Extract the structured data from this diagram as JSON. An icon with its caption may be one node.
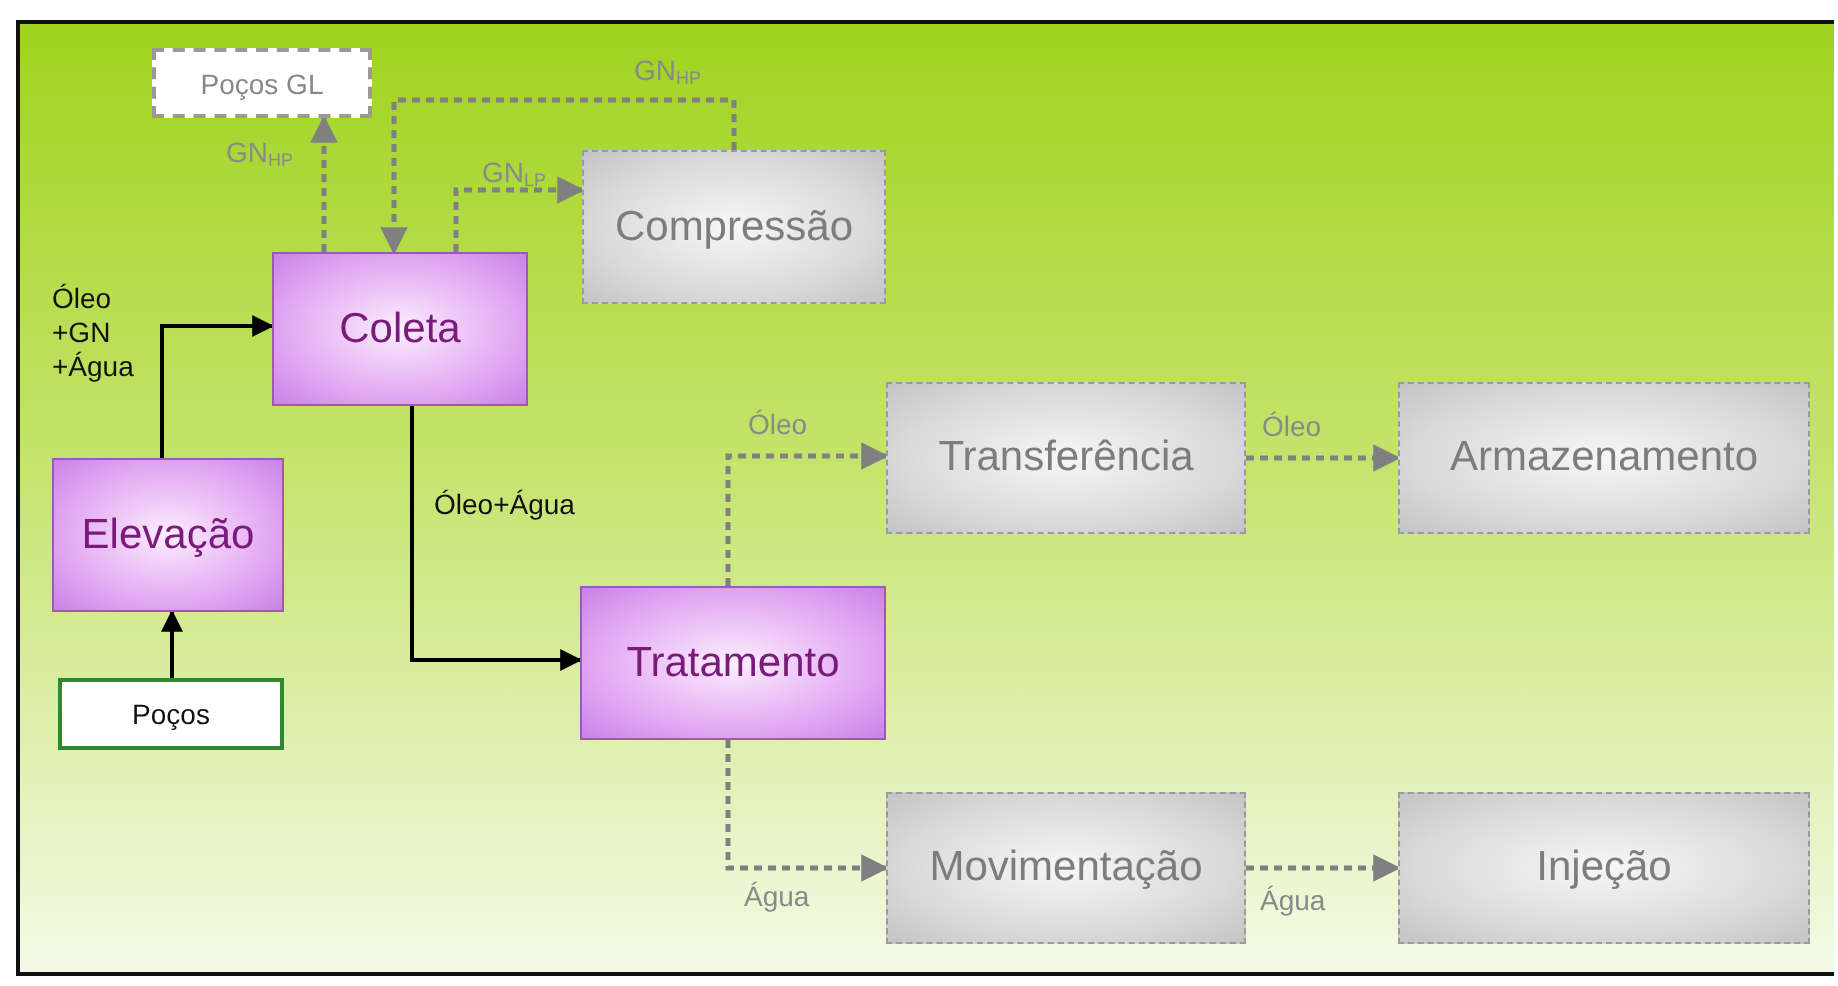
{
  "diagram": {
    "nodes": [
      {
        "text": [
          "Poços GL"
        ]
      },
      {
        "text": [
          "Compressão"
        ]
      },
      {
        "text": [
          "Coleta"
        ]
      },
      {
        "text": [
          "Elevação"
        ]
      },
      {
        "text": [
          "Transferência"
        ]
      },
      {
        "text": [
          "Armazenamento"
        ]
      },
      {
        "text": [
          "Poços"
        ]
      },
      {
        "text": [
          "Tratamento"
        ]
      },
      {
        "text": [
          "Movimentação"
        ]
      },
      {
        "text": [
          "Injeção"
        ]
      }
    ],
    "edges": [
      {
        "from": 6,
        "to": 3,
        "arrow": "to",
        "color": "#000000"
      },
      {
        "from": 3,
        "to": 2,
        "arrow": "to",
        "label": "Óleo +GN +Água",
        "color": "#000000"
      },
      {
        "from": 2,
        "to": 0,
        "arrow": "to",
        "label": "GN$_{HP}$",
        "style": "dashed"
      },
      {
        "from": 1,
        "to": 2,
        "arrow": "to",
        "label": "GN$_{HP}$",
        "style": "dashed"
      },
      {
        "from": 2,
        "to": 1,
        "arrow": "to",
        "label": "GN$_{LP}$",
        "style": "dashed"
      },
      {
        "from": 2,
        "to": 7,
        "arrow": "to",
        "label": "Óleo+Água",
        "color": "#000000"
      },
      {
        "from": 7,
        "to": 4,
        "arrow": "to",
        "label": "Óleo",
        "style": "dashed"
      },
      {
        "from": 4,
        "to": 5,
        "arrow": "to",
        "label": "Óleo",
        "style": "dashed"
      },
      {
        "from": 7,
        "to": 8,
        "arrow": "to",
        "label": "Água",
        "style": "dashed"
      },
      {
        "from": 8,
        "to": 9,
        "arrow": "to",
        "label": "Água",
        "style": "dashed"
      }
    ]
  }
}
